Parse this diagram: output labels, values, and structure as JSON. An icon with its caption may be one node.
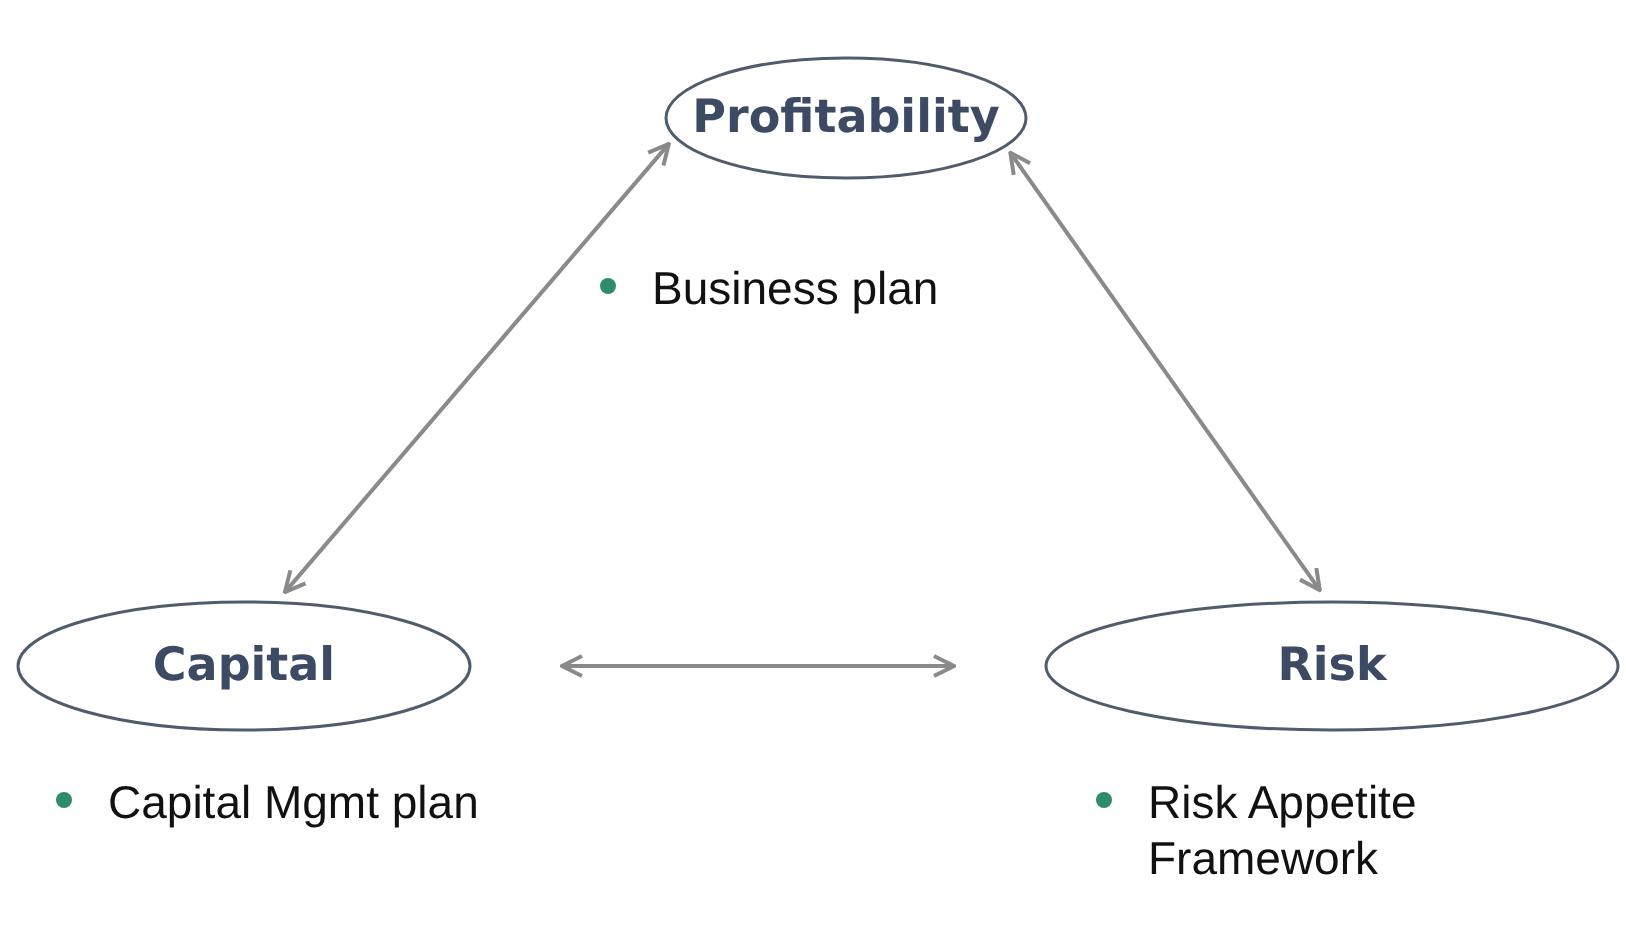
{
  "diagram": {
    "nodes": [
      {
        "text": [
          "Profitability"
        ],
        "beside": [
          "Business plan"
        ]
      },
      {
        "text": [
          "Capital"
        ],
        "beside": [
          "Capital Mgmt plan"
        ]
      },
      {
        "text": [
          "Risk"
        ],
        "beside": [
          "Risk Appetite Framework"
        ]
      }
    ],
    "edges": [
      {
        "from": 0,
        "to": 1,
        "arrow": "both"
      },
      {
        "from": 0,
        "to": 2,
        "arrow": "both"
      },
      {
        "from": 1,
        "to": 2,
        "arrow": "both"
      }
    ]
  }
}
